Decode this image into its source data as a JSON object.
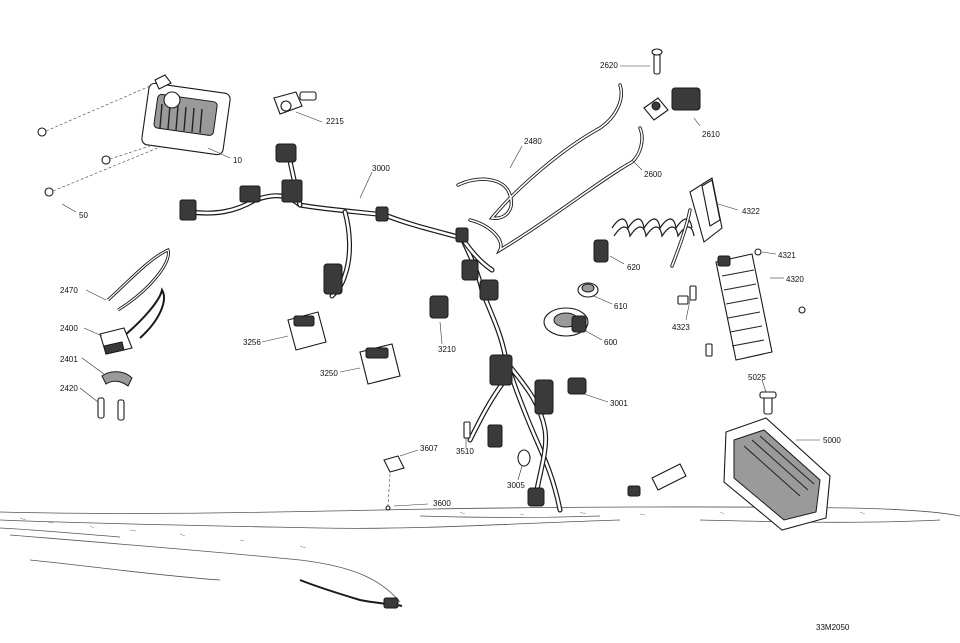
{
  "diagram": {
    "labels": {
      "p10": "10",
      "p50": "50",
      "p2215": "2215",
      "p3000": "3000",
      "p2480": "2480",
      "p2620": "2620",
      "p2610": "2610",
      "p2600": "2600",
      "p4322": "4322",
      "p4321": "4321",
      "p4320": "4320",
      "p4323": "4323",
      "p620": "620",
      "p610": "610",
      "p600": "600",
      "p2470": "2470",
      "p2400": "2400",
      "p2401": "2401",
      "p2420": "2420",
      "p3256": "3256",
      "p3250": "3250",
      "p3210": "3210",
      "p3001": "3001",
      "p3607": "3607",
      "p3510": "3510",
      "p3005": "3005",
      "p3600": "3600",
      "p5025": "5025",
      "p5000": "5000"
    },
    "drawing_code": "33M2050"
  }
}
